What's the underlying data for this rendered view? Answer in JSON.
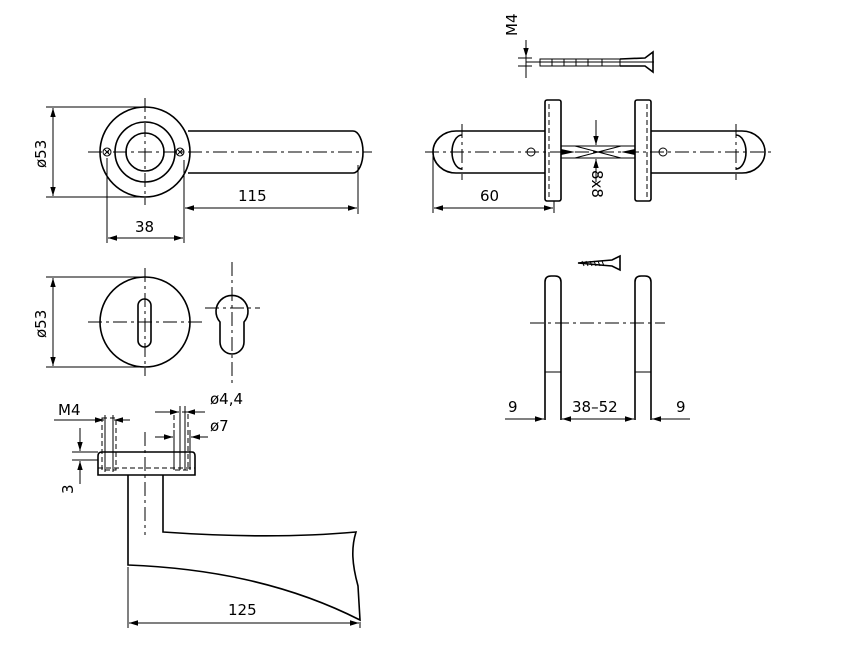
{
  "dimensions": {
    "rose_diameter_top": "ø53",
    "lever_length": "115",
    "rose_offset": "38",
    "screw_thread_top": "M4",
    "rose_to_lever_end": "60",
    "spindle_size": "8x8",
    "escutcheon_diameter": "ø53",
    "hole_small": "ø4,4",
    "hole_large": "ø7",
    "thread_side": "M4",
    "rose_thickness": "3",
    "handle_length": "125",
    "rose_width_left": "9",
    "door_thickness": "38–52",
    "rose_width_right": "9"
  }
}
